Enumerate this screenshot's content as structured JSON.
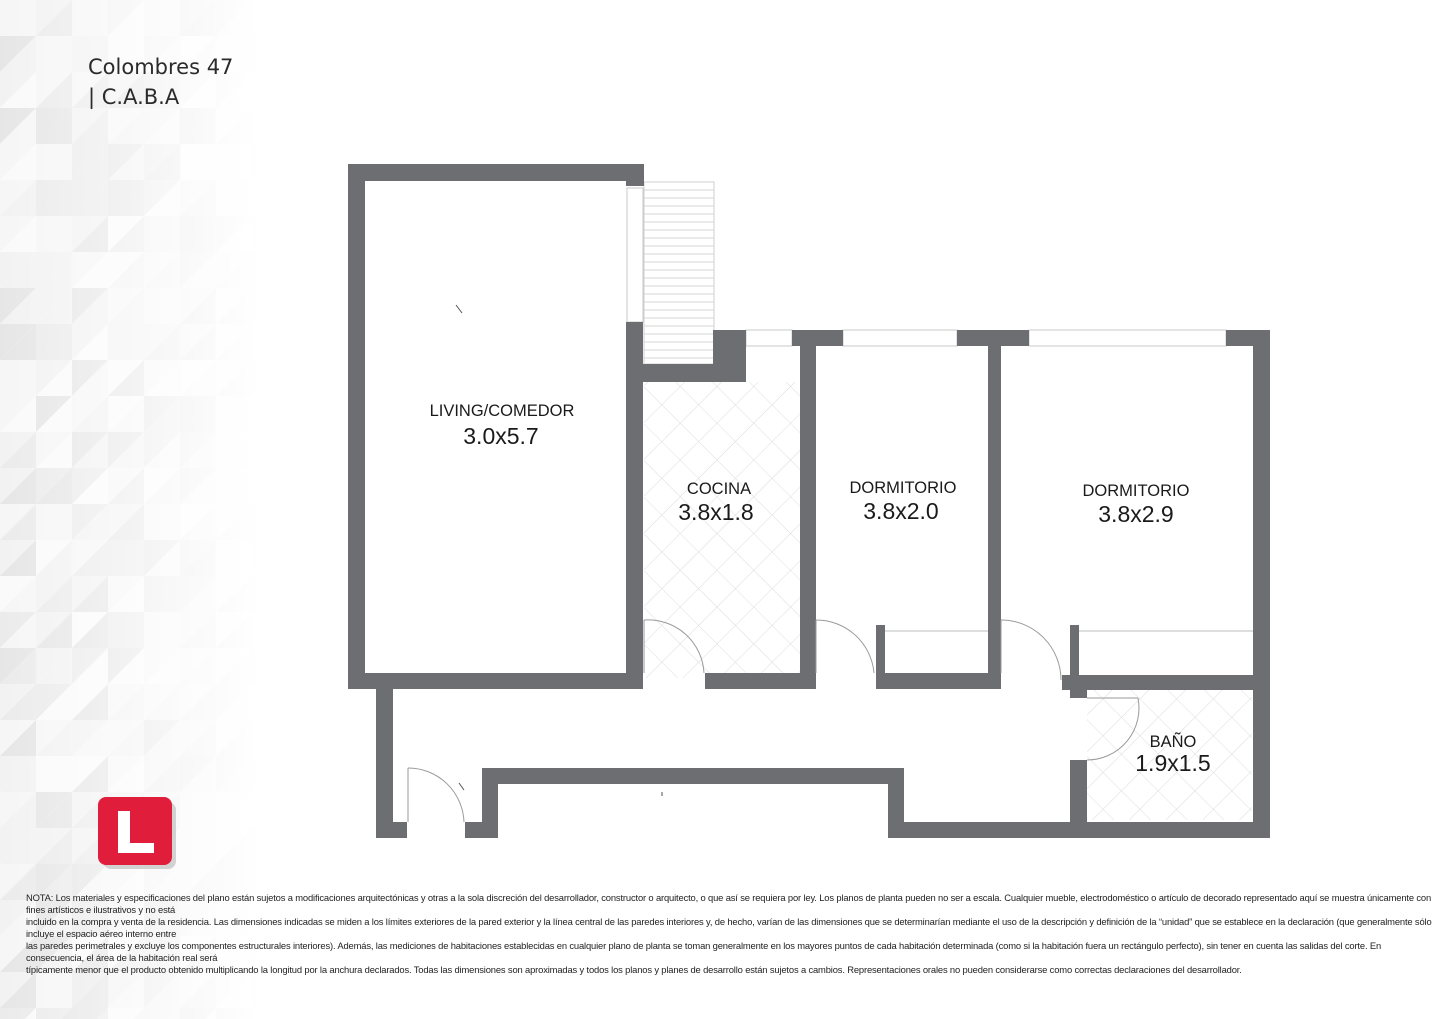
{
  "header": {
    "line1": "Colombres 47",
    "line2": "| C.A.B.A"
  },
  "rooms": [
    {
      "name": "LIVING/COMEDOR",
      "size": "3.0x5.7"
    },
    {
      "name": "COCINA",
      "size": "3.8x1.8"
    },
    {
      "name": "DORMITORIO",
      "size": "3.8x2.0"
    },
    {
      "name": "DORMITORIO",
      "size": "3.8x2.9"
    },
    {
      "name": "BAÑO",
      "size": "1.9x1.5"
    }
  ],
  "logo": {
    "letter": "L",
    "color": "#e01e3c"
  },
  "colors": {
    "wall": "#6d6e71",
    "tile": "#d0d0d0"
  },
  "note": {
    "line1": "NOTA: Los materiales y especificaciones del plano están sujetos a modificaciones arquitectónicas y otras a la sola discreción del desarrollador, constructor o arquitecto, o que así se requiera por ley. Los planos de planta pueden no ser a escala. Cualquier mueble, electrodoméstico o artículo de decorado representado aquí se muestra únicamente con fines artísticos e ilustrativos y no está",
    "line2": "incluido en la compra y venta de la residencia. Las dimensiones indicadas se miden a los límites exteriores de la pared exterior y la línea central de las paredes interiores y, de hecho, varían de las dimensiones que se determinarían mediante el uso de la descripción y definición de la “unidad” que se establece en la declaración (que generalmente sólo incluye el espacio aéreo interno entre",
    "line3": "las paredes perimetrales y excluye los componentes estructurales interiores). Además, las mediciones de habitaciones establecidas en cualquier plano de planta se toman generalmente en los mayores puntos de cada habitación determinada (como si la habitación fuera un rectángulo perfecto), sin tener en cuenta las salidas del corte. En consecuencia, el área de la habitación real será",
    "line4": "típicamente menor que el producto obtenido multiplicando la longitud por la anchura declarados. Todas las dimensiones son aproximadas y todos los planos y planes de desarrollo están sujetos a cambios. Representaciones orales no pueden considerarse como correctas declaraciones del desarrollador."
  }
}
